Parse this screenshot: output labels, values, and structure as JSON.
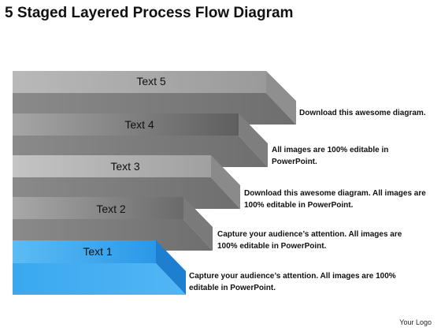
{
  "title": "5 Staged Layered Process Flow Diagram",
  "logo": "Your Logo",
  "colors": {
    "highlight_top": "#4aaee8",
    "highlight_face": "#3aa8f0",
    "highlight_side": "#1e7fd0"
  },
  "steps": [
    {
      "label": "Text 5",
      "description": "Download this awesome diagram."
    },
    {
      "label": "Text 4",
      "description": "All images are 100% editable in PowerPoint."
    },
    {
      "label": "Text 3",
      "description": "Download this awesome diagram. All images are 100% editable in PowerPoint."
    },
    {
      "label": "Text 2",
      "description": "Capture your audience’s attention. All images are 100% editable in PowerPoint."
    },
    {
      "label": "Text 1",
      "description": "Capture your audience’s attention. All images are 100% editable in PowerPoint."
    }
  ]
}
